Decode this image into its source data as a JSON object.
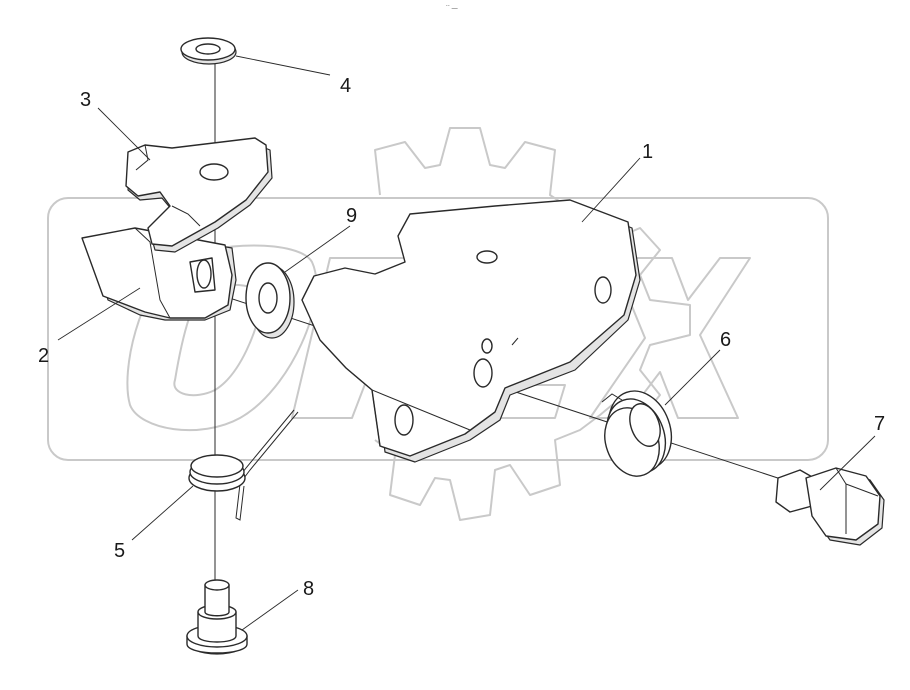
{
  "header_mark": "´´ —",
  "watermark": {
    "text": "OPEX",
    "color": "#c9c9c9"
  },
  "callouts": [
    {
      "id": "1",
      "label": "1"
    },
    {
      "id": "2",
      "label": "2"
    },
    {
      "id": "3",
      "label": "3"
    },
    {
      "id": "4",
      "label": "4"
    },
    {
      "id": "5",
      "label": "5"
    },
    {
      "id": "6",
      "label": "6"
    },
    {
      "id": "7",
      "label": "7"
    },
    {
      "id": "8",
      "label": "8"
    },
    {
      "id": "9",
      "label": "9"
    }
  ]
}
